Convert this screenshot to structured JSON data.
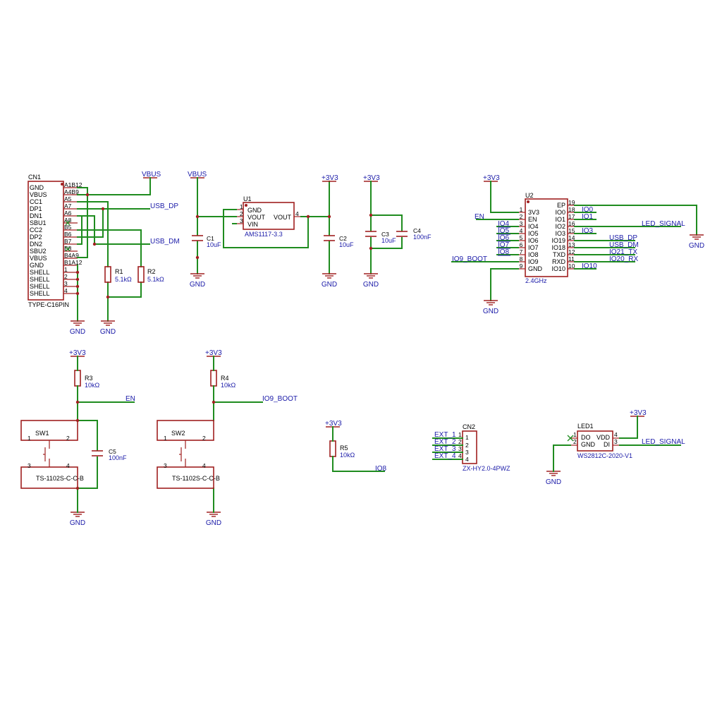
{
  "nets": {
    "vbus": "VBUS",
    "v33": "+3V3",
    "gnd": "GND",
    "usb_dp": "USB_DP",
    "usb_dm": "USB_DM",
    "en": "EN",
    "io9_boot": "IO9_BOOT",
    "io8": "IO8",
    "led_signal": "LED_SIGNAL",
    "io0": "IO0",
    "io1": "IO1",
    "io3": "IO3",
    "io4": "IO4",
    "io5": "IO5",
    "io6": "IO6",
    "io7": "IO7",
    "io8b": "IO8",
    "io21_tx": "IO21_TX",
    "io20_rx": "IO20_RX",
    "io10": "IO10",
    "ext1": "EXT_1",
    "ext2": "EXT_2",
    "ext3": "EXT_3",
    "ext4": "EXT_4"
  },
  "cn1": {
    "ref": "CN1",
    "value": "TYPE-C16PIN",
    "pin_names": [
      "GND",
      "VBUS",
      "CC1",
      "DP1",
      "DN1",
      "SBU1",
      "CC2",
      "DP2",
      "DN2",
      "SBU2",
      "VBUS",
      "GND",
      "SHELL",
      "SHELL",
      "SHELL",
      "SHELL"
    ],
    "pin_numbers": [
      "A1B12",
      "A4B9",
      "A5",
      "A7",
      "A6",
      "A8",
      "B5",
      "B6",
      "B7",
      "B8",
      "B4A9",
      "B1A12",
      "1",
      "2",
      "3",
      "4"
    ]
  },
  "u1": {
    "ref": "U1",
    "value": "AMS1117-3.3",
    "pin_names": [
      "GND",
      "VOUT",
      "VIN"
    ],
    "pin_numbers": [
      "1",
      "2",
      "3"
    ],
    "vout_right": "VOUT",
    "vout_pin": "4"
  },
  "caps": {
    "c1": {
      "ref": "C1",
      "value": "10uF"
    },
    "c2": {
      "ref": "C2",
      "value": "10uF"
    },
    "c3": {
      "ref": "C3",
      "value": "10uF"
    },
    "c4": {
      "ref": "C4",
      "value": "100nF"
    },
    "c5": {
      "ref": "C5",
      "value": "100nF"
    }
  },
  "resistors": {
    "r1": {
      "ref": "R1",
      "value": "5.1kΩ"
    },
    "r2": {
      "ref": "R2",
      "value": "5.1kΩ"
    },
    "r3": {
      "ref": "R3",
      "value": "10kΩ"
    },
    "r4": {
      "ref": "R4",
      "value": "10kΩ"
    },
    "r5": {
      "ref": "R5",
      "value": "10kΩ"
    }
  },
  "u2": {
    "ref": "U2",
    "value": "2.4GHz",
    "left_names": [
      "3V3",
      "EN",
      "IO4",
      "IO5",
      "IO6",
      "IO7",
      "IO8",
      "IO9",
      "GND"
    ],
    "left_numbers": [
      "1",
      "2",
      "3",
      "4",
      "5",
      "6",
      "7",
      "8",
      "9"
    ],
    "right_names": [
      "EP",
      "IO0",
      "IO1",
      "IO2",
      "IO3",
      "IO19",
      "IO18",
      "TXD",
      "RXD",
      "IO10"
    ],
    "right_numbers": [
      "19",
      "18",
      "17",
      "16",
      "15",
      "14",
      "13",
      "12",
      "11",
      "10"
    ]
  },
  "sw1": {
    "ref": "SW1",
    "value": "TS-1102S-C-C-B",
    "pins": [
      "1",
      "2",
      "3",
      "4"
    ]
  },
  "sw2": {
    "ref": "SW2",
    "value": "TS-1102S-C-C-B",
    "pins": [
      "1",
      "2",
      "3",
      "4"
    ]
  },
  "cn2": {
    "ref": "CN2",
    "value": "ZX-HY2.0-4PWZ",
    "pins": [
      "1",
      "2",
      "3",
      "4"
    ]
  },
  "led1": {
    "ref": "LED1",
    "value": "WS2812C-2020-V1",
    "left_names": [
      "DO",
      "GND"
    ],
    "right_names": [
      "VDD",
      "DI"
    ],
    "left_numbers": [
      "1",
      "2"
    ],
    "right_numbers": [
      "4",
      "3"
    ]
  }
}
